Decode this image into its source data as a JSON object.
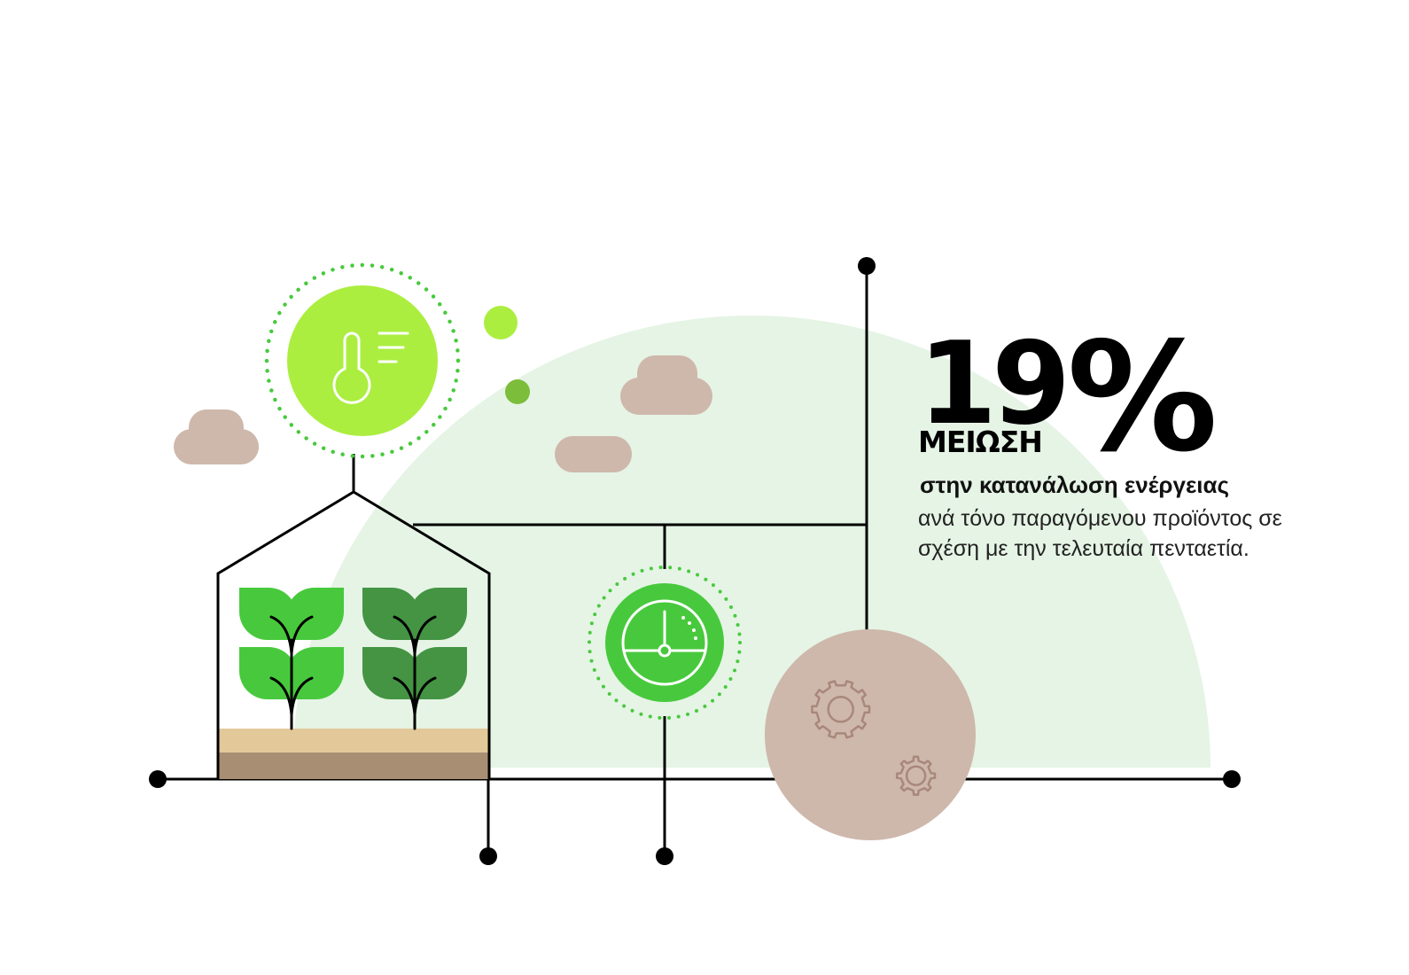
{
  "stat": {
    "number": "19",
    "percent_sign": "%",
    "headline_word": "ΜΕΙΩΣΗ",
    "lead": "στην κατανάλωση ενέργειας",
    "description": "ανά τόνο παραγόμενου προϊόντος σε σχέση με την τελευταία πενταετία."
  },
  "colors": {
    "lime": "#abee40",
    "green": "#48c93d",
    "dark_green": "#449443",
    "olive_green": "#7cbd3b",
    "pale_green": "#e5f4e5",
    "cloud": "#ceb8ab",
    "gear_stroke": "#a8887b",
    "soil_light": "#e3c89a",
    "soil_dark": "#a88e72",
    "line": "#000000"
  },
  "icons": {
    "thermometer": "thermometer-icon",
    "gauge": "gauge-icon",
    "gears": "gears-icon",
    "greenhouse": "greenhouse-icon",
    "plant": "plant-icon",
    "cloud": "cloud-icon"
  }
}
